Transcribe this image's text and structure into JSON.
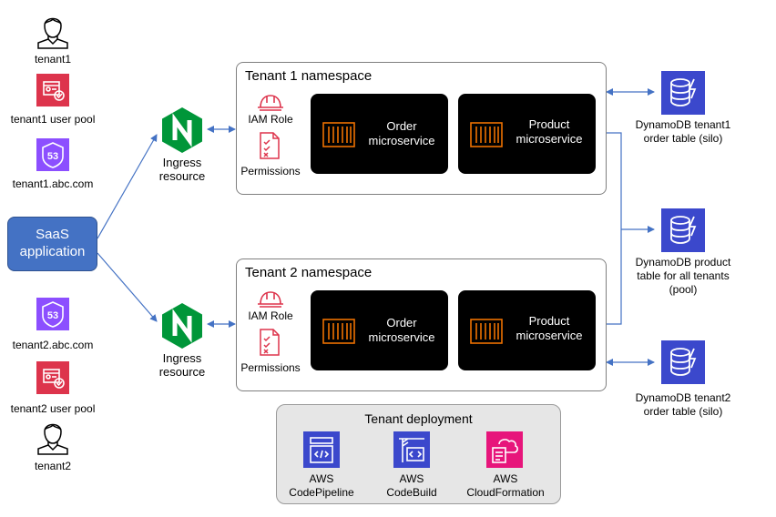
{
  "left": {
    "tenant1_label": "tenant1",
    "tenant1_pool_label": "tenant1 user pool",
    "tenant1_domain_label": "tenant1.abc.com",
    "saas_line1": "SaaS",
    "saas_line2": "application",
    "tenant2_domain_label": "tenant2.abc.com",
    "tenant2_pool_label": "tenant2 user pool",
    "tenant2_label": "tenant2",
    "route53_badge": "53"
  },
  "ingress": {
    "line1": "Ingress",
    "line2": "resource"
  },
  "namespaces": [
    {
      "title": "Tenant 1 namespace",
      "iam_role": "IAM Role",
      "permissions": "Permissions",
      "order_line1": "Order",
      "order_line2": "microservice",
      "product_line1": "Product",
      "product_line2": "microservice"
    },
    {
      "title": "Tenant 2 namespace",
      "iam_role": "IAM Role",
      "permissions": "Permissions",
      "order_line1": "Order",
      "order_line2": "microservice",
      "product_line1": "Product",
      "product_line2": "microservice"
    }
  ],
  "dynamodb": {
    "t1_line1": "DynamoDB tenant1",
    "t1_line2": "order table (silo)",
    "pool_line1": "DynamoDB product",
    "pool_line2": "table for all tenants",
    "pool_line3": "(pool)",
    "t2_line1": "DynamoDB tenant2",
    "t2_line2": "order table (silo)"
  },
  "deployment": {
    "title": "Tenant deployment",
    "codepipeline_line1": "AWS",
    "codepipeline_line2": "CodePipeline",
    "codebuild_line1": "AWS",
    "codebuild_line2": "CodeBuild",
    "cloudformation_line1": "AWS",
    "cloudformation_line2": "CloudFormation"
  },
  "colors": {
    "connector": "#4472c4",
    "saas_fill": "#4472c4",
    "cognito_red": "#dd344c",
    "route53_purple": "#8c4fff",
    "nginx_green": "#009639",
    "dynamodb_blue": "#3b48cc",
    "devtools_blue": "#3b48cc",
    "cloudformation_pink": "#e7157b",
    "container_orange": "#ed7100",
    "iam_red": "#dd344c"
  },
  "icons": {
    "user": "user-icon",
    "cognito": "cognito-icon",
    "route53": "route53-icon",
    "nginx": "nginx-icon",
    "container": "container-icon",
    "iam_role": "hardhat-icon",
    "permissions": "checklist-icon",
    "dynamodb": "dynamodb-icon",
    "codepipeline": "codepipeline-icon",
    "codebuild": "codebuild-icon",
    "cloudformation": "cloudformation-icon"
  }
}
